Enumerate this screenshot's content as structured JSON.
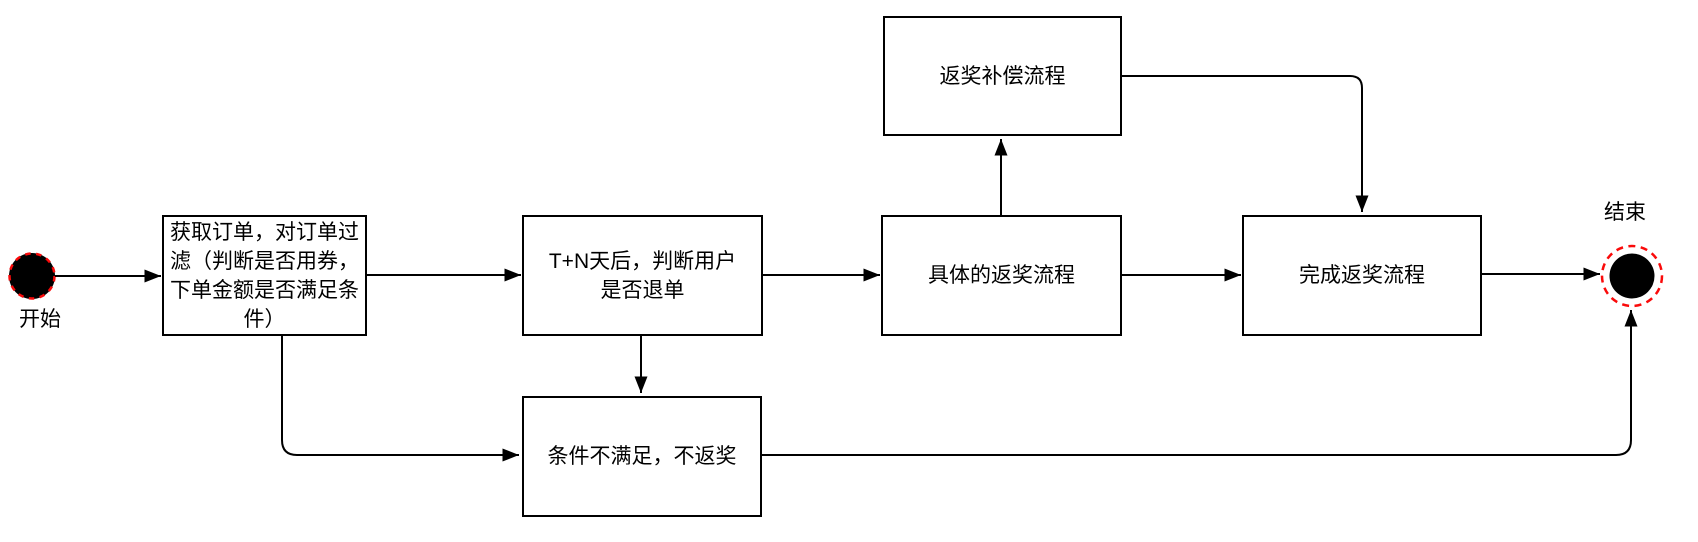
{
  "diagram": {
    "type": "flowchart",
    "colors": {
      "line": "#000000",
      "node_border": "#000000",
      "node_fill": "#ffffff",
      "terminal_fill": "#000000",
      "terminal_ring_red": "#fa0a0a",
      "background": "#ffffff"
    },
    "nodes": {
      "start_label": "开始",
      "filter": "获取订单，对订单过\n滤（判断是否用券，\n下单金额是否满足条\n件）",
      "tn_check": "T+N天后，判断用户\n是否退单",
      "reward_process": "具体的返奖流程",
      "compensation": "返奖补偿流程",
      "complete": "完成返奖流程",
      "no_reward": "条件不满足，不返奖",
      "end_label": "结束"
    },
    "edges": [
      {
        "from": "start",
        "to": "filter"
      },
      {
        "from": "filter",
        "to": "tn_check"
      },
      {
        "from": "tn_check",
        "to": "reward_process"
      },
      {
        "from": "reward_process",
        "to": "compensation"
      },
      {
        "from": "compensation",
        "to": "complete"
      },
      {
        "from": "reward_process",
        "to": "complete"
      },
      {
        "from": "complete",
        "to": "end"
      },
      {
        "from": "tn_check",
        "to": "no_reward"
      },
      {
        "from": "filter",
        "to": "no_reward"
      },
      {
        "from": "no_reward",
        "to": "end"
      }
    ]
  }
}
